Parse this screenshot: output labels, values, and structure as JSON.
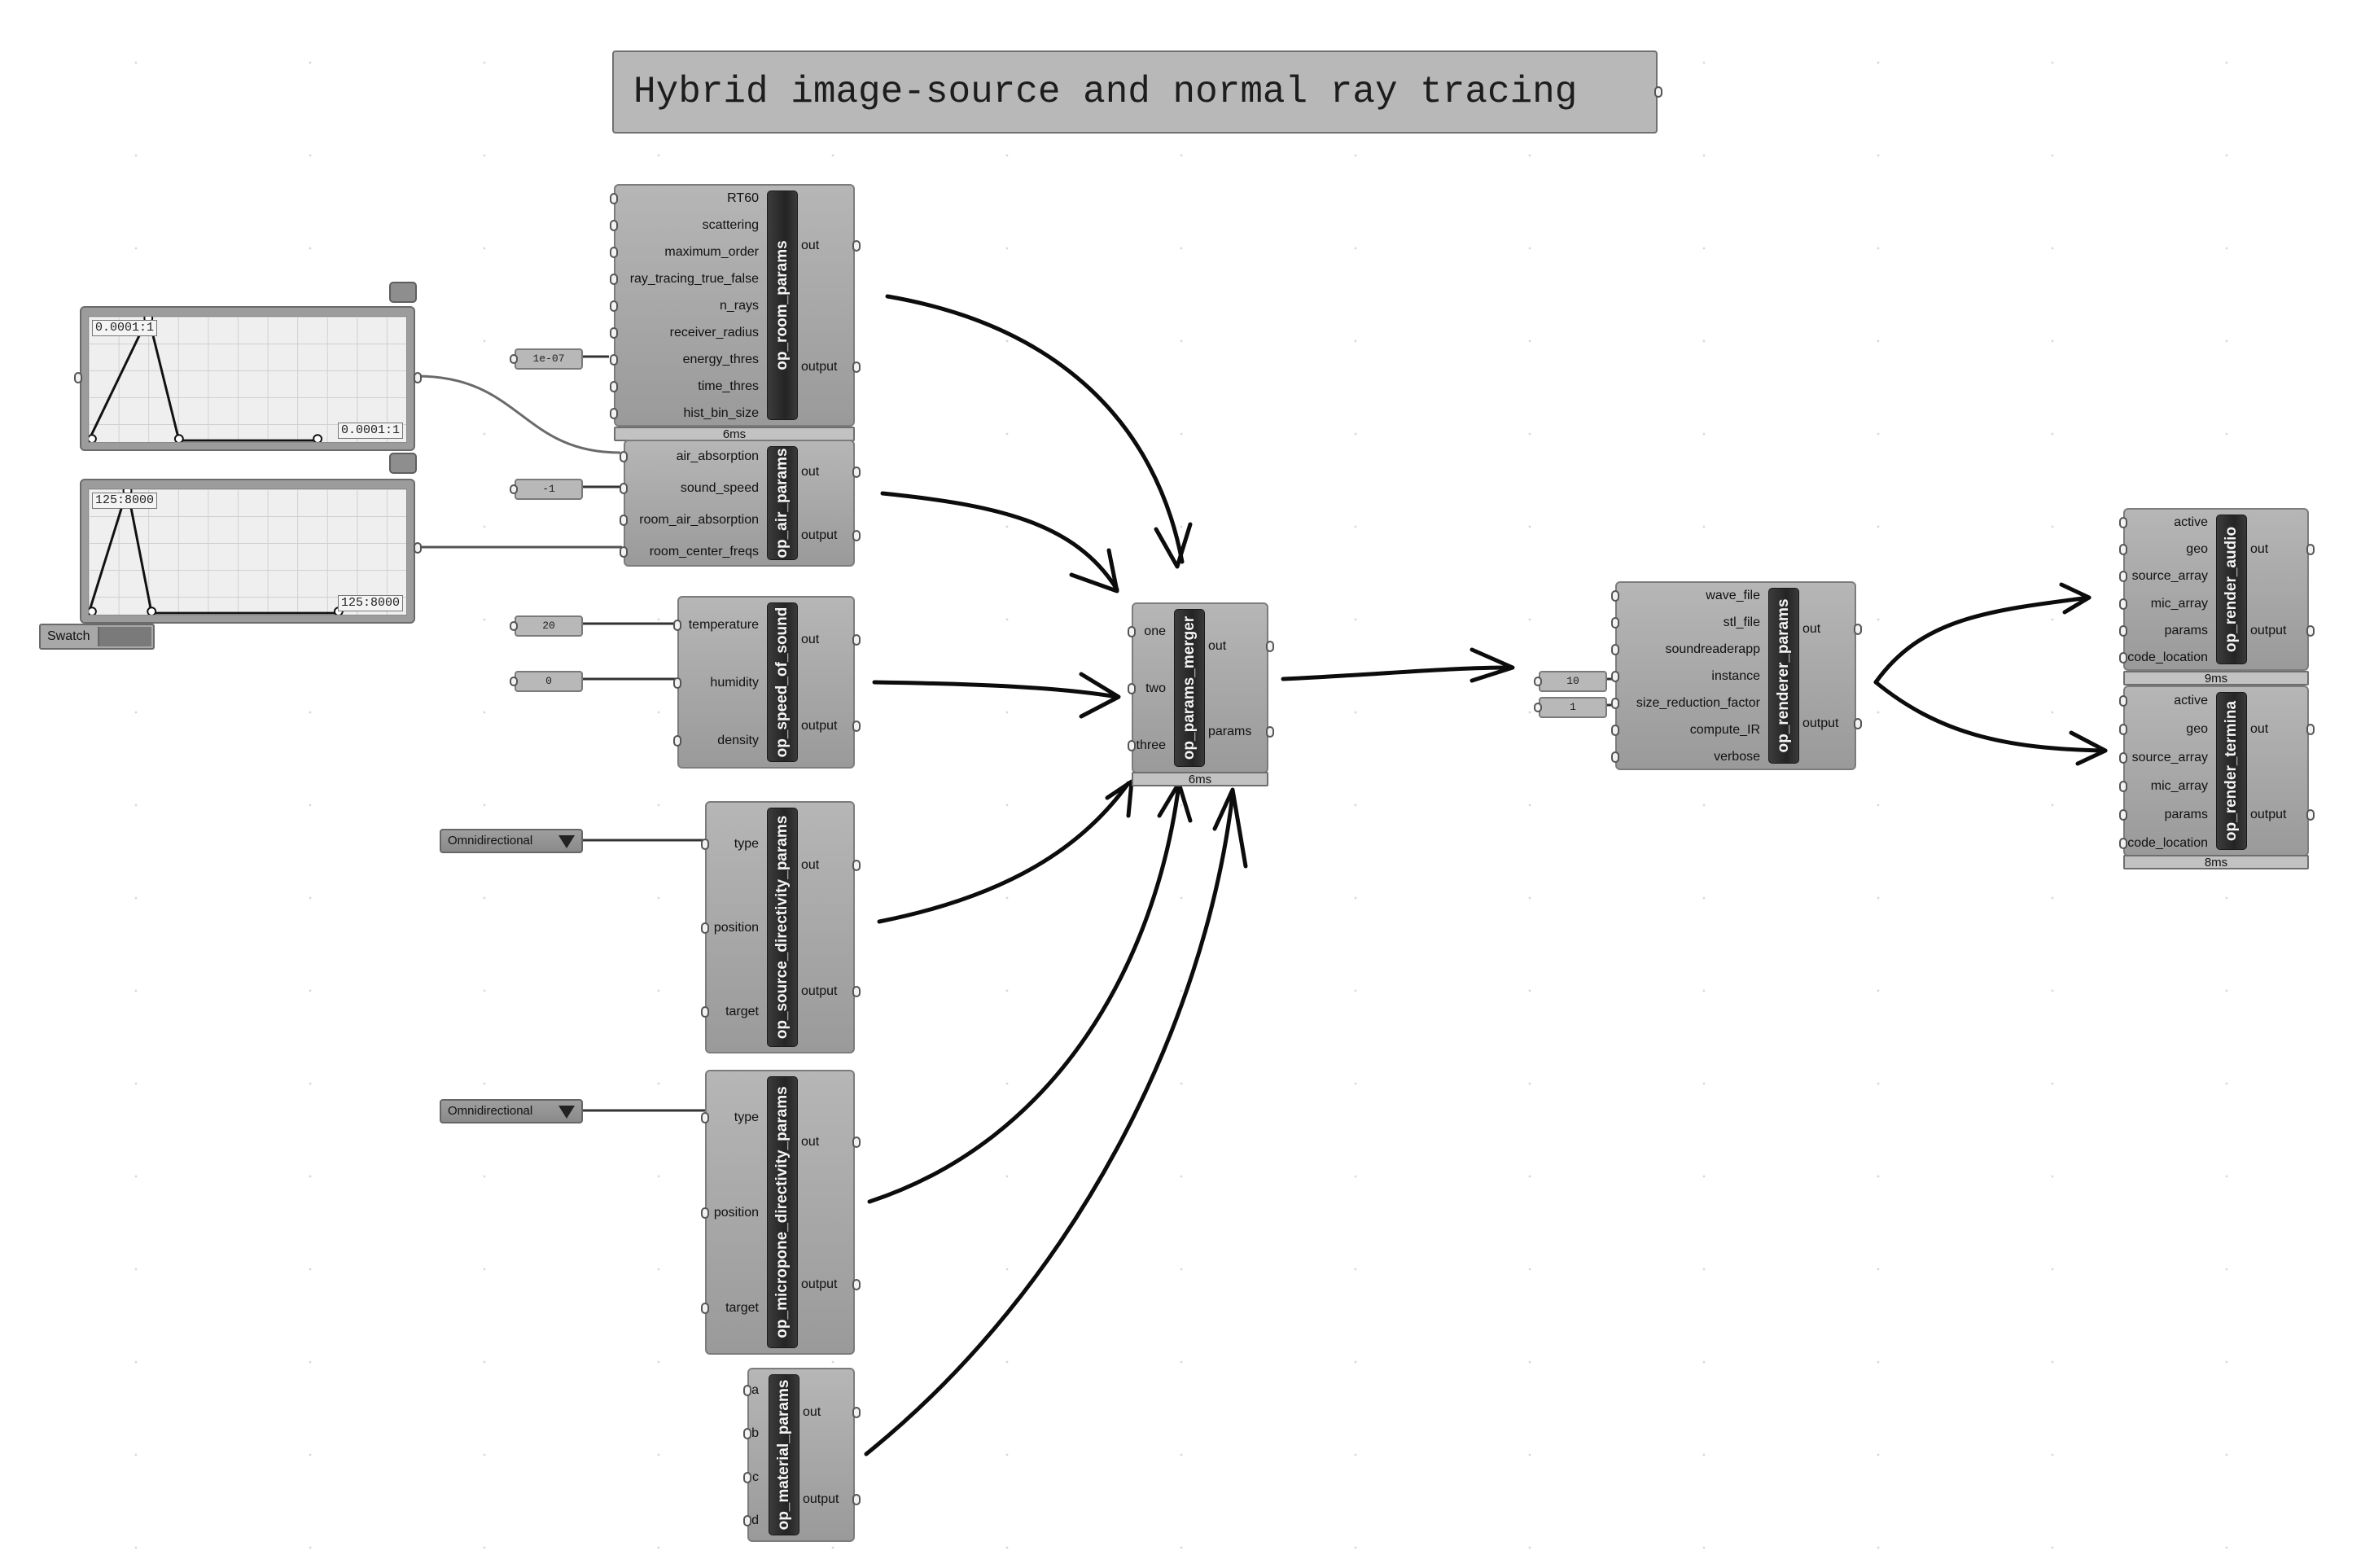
{
  "title": "Hybrid image-source and normal ray tracing",
  "graph_mappers": [
    {
      "label_top": "0.0001:1",
      "label_bottom": "0.0001:1",
      "icon": "speech-bubble-icon"
    },
    {
      "label_top": "125:8000",
      "label_bottom": "125:8000",
      "icon": "speech-bubble-icon"
    }
  ],
  "swatch": {
    "label": "Swatch",
    "color": "#7a7a7a"
  },
  "numbers": {
    "energy_thres": "1e-07",
    "sound_speed": "-1",
    "temperature": "20",
    "humidity": "0",
    "renderer_a": "10",
    "renderer_b": "1"
  },
  "value_lists": {
    "source_type": "Omnidirectional",
    "mic_type": "Omnidirectional"
  },
  "components": {
    "room_params": {
      "name": "op_room_params",
      "inputs": [
        "RT60",
        "scattering",
        "maximum_order",
        "ray_tracing_true_false",
        "n_rays",
        "receiver_radius",
        "energy_thres",
        "time_thres",
        "hist_bin_size"
      ],
      "outputs": [
        "out",
        "output"
      ],
      "timing": "6ms"
    },
    "air_params": {
      "name": "op_air_params",
      "inputs": [
        "air_absorption",
        "sound_speed",
        "room_air_absorption",
        "room_center_freqs"
      ],
      "outputs": [
        "out",
        "output"
      ]
    },
    "speed_of_sound": {
      "name": "op_speed_of_sound",
      "inputs": [
        "temperature",
        "humidity",
        "density"
      ],
      "outputs": [
        "out",
        "output"
      ]
    },
    "source_directivity": {
      "name": "op_source_directivity_params",
      "inputs": [
        "type",
        "position",
        "target"
      ],
      "outputs": [
        "out",
        "output"
      ]
    },
    "mic_directivity": {
      "name": "op_micropone_directivity_params",
      "inputs": [
        "type",
        "position",
        "target"
      ],
      "outputs": [
        "out",
        "output"
      ]
    },
    "material_params": {
      "name": "op_material_params",
      "inputs": [
        "a",
        "b",
        "c",
        "d"
      ],
      "outputs": [
        "out",
        "output"
      ]
    },
    "params_merger": {
      "name": "op_params_merger",
      "inputs": [
        "one",
        "two",
        "three"
      ],
      "outputs": [
        "out",
        "params"
      ],
      "timing": "6ms"
    },
    "renderer_params": {
      "name": "op_renderer_params",
      "inputs": [
        "wave_file",
        "stl_file",
        "soundreaderapp",
        "instance",
        "size_reduction_factor",
        "compute_IR",
        "verbose"
      ],
      "outputs": [
        "out",
        "output"
      ]
    },
    "render_audio": {
      "name": "op_render_audio",
      "inputs": [
        "active",
        "geo",
        "source_array",
        "mic_array",
        "params",
        "code_location"
      ],
      "outputs": [
        "out",
        "output"
      ],
      "timing": "9ms"
    },
    "render_terminal": {
      "name": "op_render_termina",
      "inputs": [
        "active",
        "geo",
        "source_array",
        "mic_array",
        "params",
        "code_location"
      ],
      "outputs": [
        "out",
        "output"
      ],
      "timing": "8ms"
    }
  }
}
